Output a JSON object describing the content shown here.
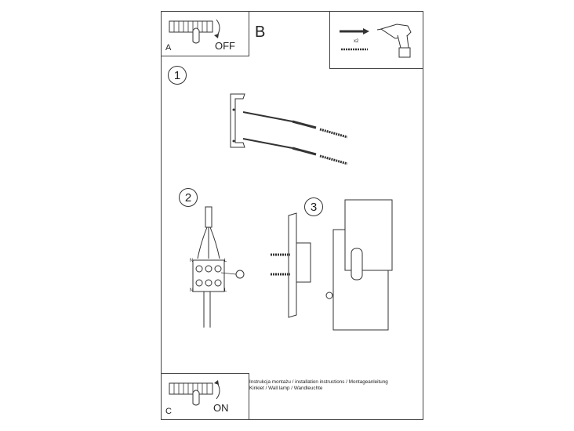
{
  "panels": {
    "a": {
      "letter": "A",
      "action": "OFF"
    },
    "b": {
      "letter": "B",
      "count": "x2"
    },
    "c": {
      "letter": "C",
      "action": "ON"
    }
  },
  "steps": [
    "1",
    "2",
    "3"
  ],
  "wiring": {
    "n_top": "N",
    "l_top": "L",
    "n_bottom": "N",
    "l_bottom": "L"
  },
  "footer": {
    "line1": "Instrukcja montażu / installation instructions / Montageanleitung",
    "line2": "Kinkiet / Wall lamp / Wandleuchte"
  }
}
